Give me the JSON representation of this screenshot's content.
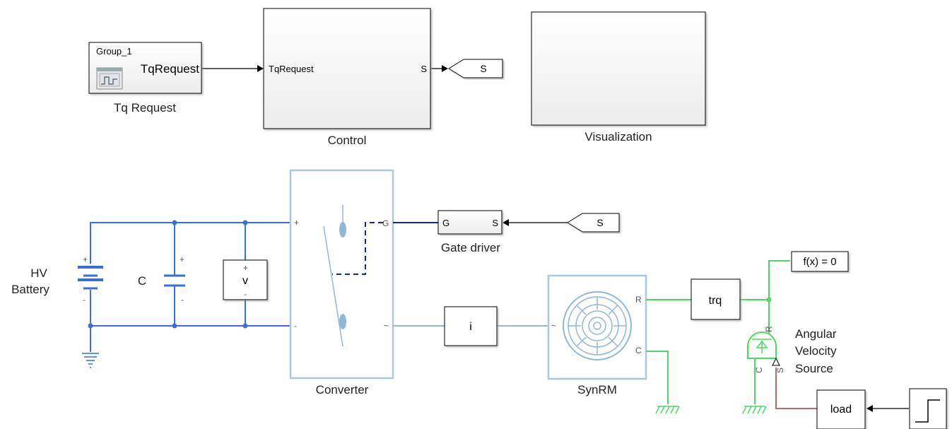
{
  "colors": {
    "electrical": "#3a6fd8",
    "converter_link": "#8fb8d8",
    "mechanical": "#4cd964",
    "physical_signal": "#b07070",
    "control_link": "#1a2a7a",
    "block_border": "#000000",
    "converter_border": "#a9c9de"
  },
  "blocks": {
    "tq_request": {
      "group_label": "Group_1",
      "port_label": "TqRequest",
      "caption": "Tq Request"
    },
    "control": {
      "in_port": "TqRequest",
      "out_port": "S",
      "caption": "Control"
    },
    "goto_s": {
      "label": "S"
    },
    "visualization": {
      "caption": "Visualization"
    },
    "from_s": {
      "label": "S"
    },
    "gate_driver": {
      "in_port": "G",
      "out_port": "S",
      "caption": "Gate driver"
    },
    "battery": {
      "caption_line1": "HV",
      "caption_line2": "Battery",
      "plus": "+",
      "minus": "-"
    },
    "capacitor": {
      "caption": "C",
      "plus": "+",
      "minus": "-"
    },
    "voltage_sensor": {
      "label": "v",
      "plus": "+",
      "minus": "-"
    },
    "converter": {
      "caption": "Converter",
      "port_plus": "+",
      "port_minus": "-",
      "port_g": "G",
      "port_ac": "~"
    },
    "current_sensor": {
      "label": "i"
    },
    "synrm": {
      "caption": "SynRM",
      "port_ac": "~",
      "port_r": "R",
      "port_c": "C"
    },
    "torque_sensor": {
      "label": "trq"
    },
    "solver_config": {
      "label": "f(x) = 0"
    },
    "angular_velocity_source": {
      "caption_line1": "Angular",
      "caption_line2": "Velocity",
      "caption_line3": "Source",
      "port_r": "R",
      "port_c": "C",
      "port_s": "S"
    },
    "load": {
      "label": "load"
    }
  }
}
